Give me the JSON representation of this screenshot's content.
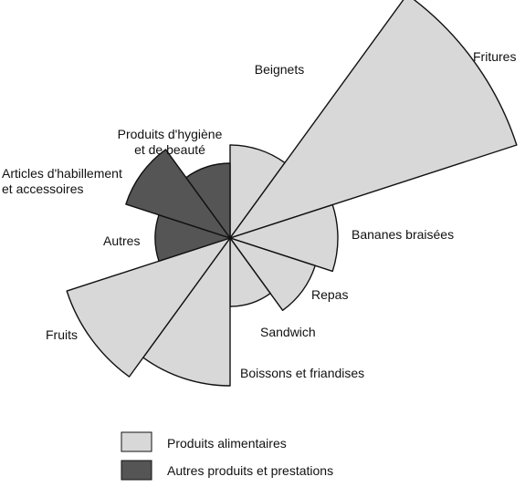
{
  "chart_data": {
    "type": "polar-area",
    "colors": {
      "food": "#d8d8d8",
      "other": "#555555",
      "stroke": "#111111"
    },
    "sectors": [
      {
        "label_lines": [
          "Beignets"
        ],
        "value": 102,
        "group": "food"
      },
      {
        "label_lines": [
          "Fritures"
        ],
        "value": 330,
        "group": "food"
      },
      {
        "label_lines": [
          "Bananes braisées"
        ],
        "value": 118,
        "group": "food"
      },
      {
        "label_lines": [
          "Repas"
        ],
        "value": 98,
        "group": "food"
      },
      {
        "label_lines": [
          "Sandwich"
        ],
        "value": 75,
        "group": "food"
      },
      {
        "label_lines": [
          "Boissons et friandises"
        ],
        "value": 162,
        "group": "food"
      },
      {
        "label_lines": [
          "Fruits"
        ],
        "value": 188,
        "group": "food"
      },
      {
        "label_lines": [
          "Autres"
        ],
        "value": 82,
        "group": "other"
      },
      {
        "label_lines": [
          "Articles d'habillement",
          "et accessoires"
        ],
        "value": 120,
        "group": "other"
      },
      {
        "label_lines": [
          "Produits d'hygiène",
          "et de beauté"
        ],
        "value": 82,
        "group": "other"
      }
    ],
    "legend": [
      {
        "label": "Produits alimentaires",
        "group": "food"
      },
      {
        "label": "Autres produits et prestations",
        "group": "other"
      }
    ]
  }
}
